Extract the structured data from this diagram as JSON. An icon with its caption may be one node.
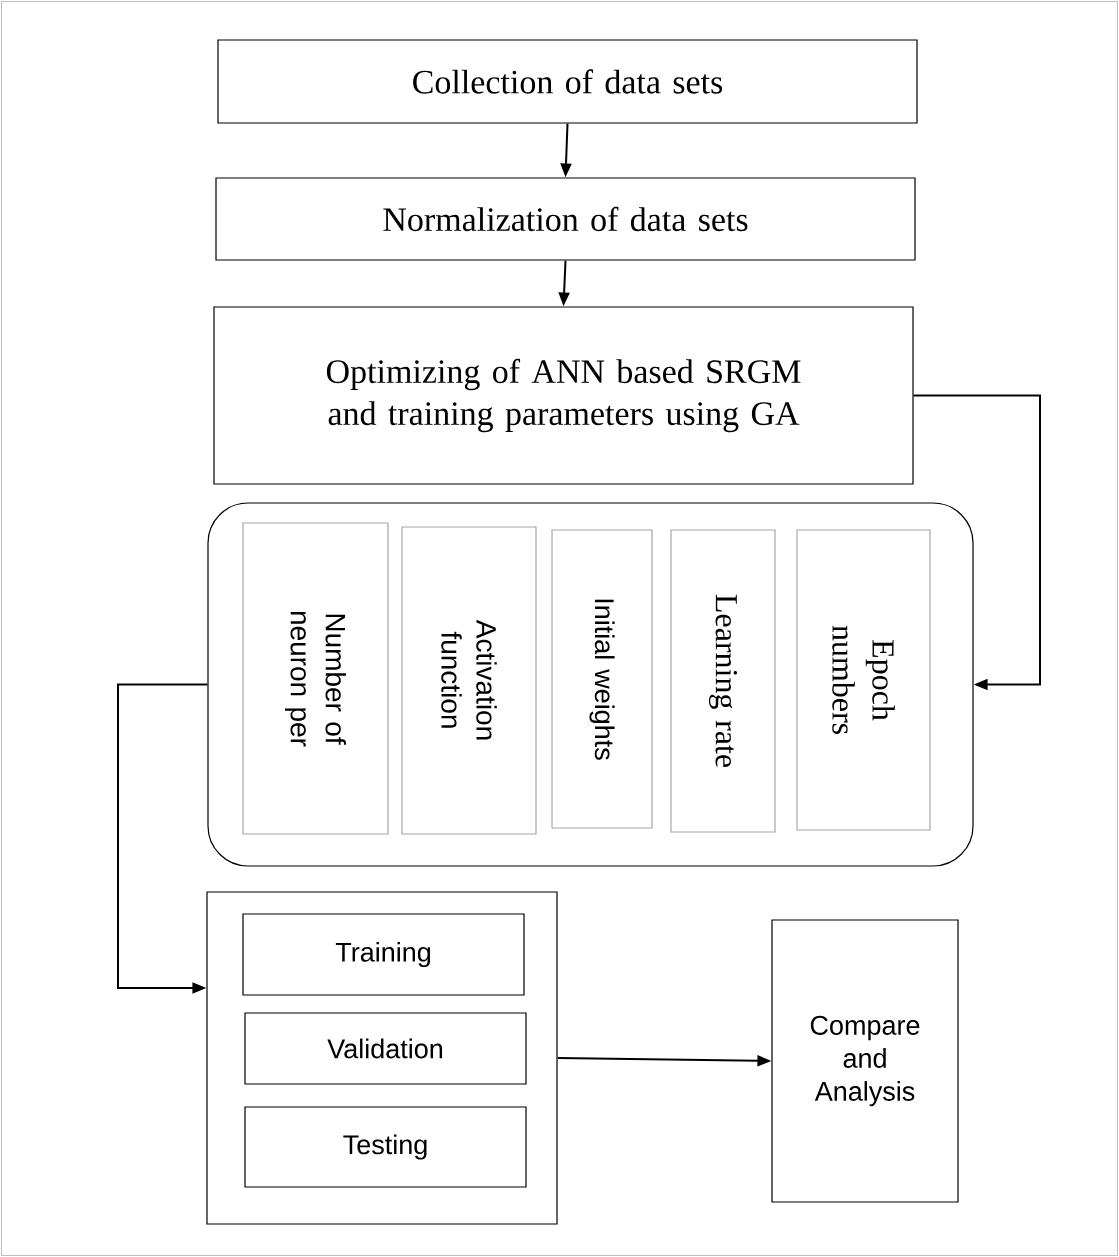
{
  "diagram": {
    "nodes": [
      {
        "text": [
          "Collection of data sets"
        ]
      },
      {
        "text": [
          "Normalization of data sets"
        ]
      },
      {
        "text": [
          "Optimizing of ANN based SRGM and training parameters using GA"
        ]
      },
      {
        "text": [],
        "shape": "box"
      },
      {
        "text": [
          "Number of neuron per"
        ],
        "in": 3
      },
      {
        "text": [
          "Activation function"
        ],
        "in": 3
      },
      {
        "text": [
          "Initial weights"
        ],
        "in": 3
      },
      {
        "text": [
          "Learning rate"
        ],
        "in": 3
      },
      {
        "text": [
          "Epoch numbers"
        ],
        "in": 3
      },
      {
        "text": [],
        "shape": "box"
      },
      {
        "text": [
          "Training"
        ],
        "in": 9
      },
      {
        "text": [
          "Validation"
        ],
        "in": 9
      },
      {
        "text": [
          "Testing"
        ],
        "in": 9
      },
      {
        "text": [
          "Compare and Analysis"
        ]
      }
    ],
    "edges": [
      {
        "from": 0,
        "to": 1,
        "arrow": "to"
      },
      {
        "from": 1,
        "to": 2,
        "arrow": "to"
      },
      {
        "from": 2,
        "to": 3,
        "arrow": "to"
      },
      {
        "from": 3,
        "to": 9,
        "arrow": "to"
      },
      {
        "from": 9,
        "to": 13,
        "arrow": "to"
      }
    ]
  }
}
